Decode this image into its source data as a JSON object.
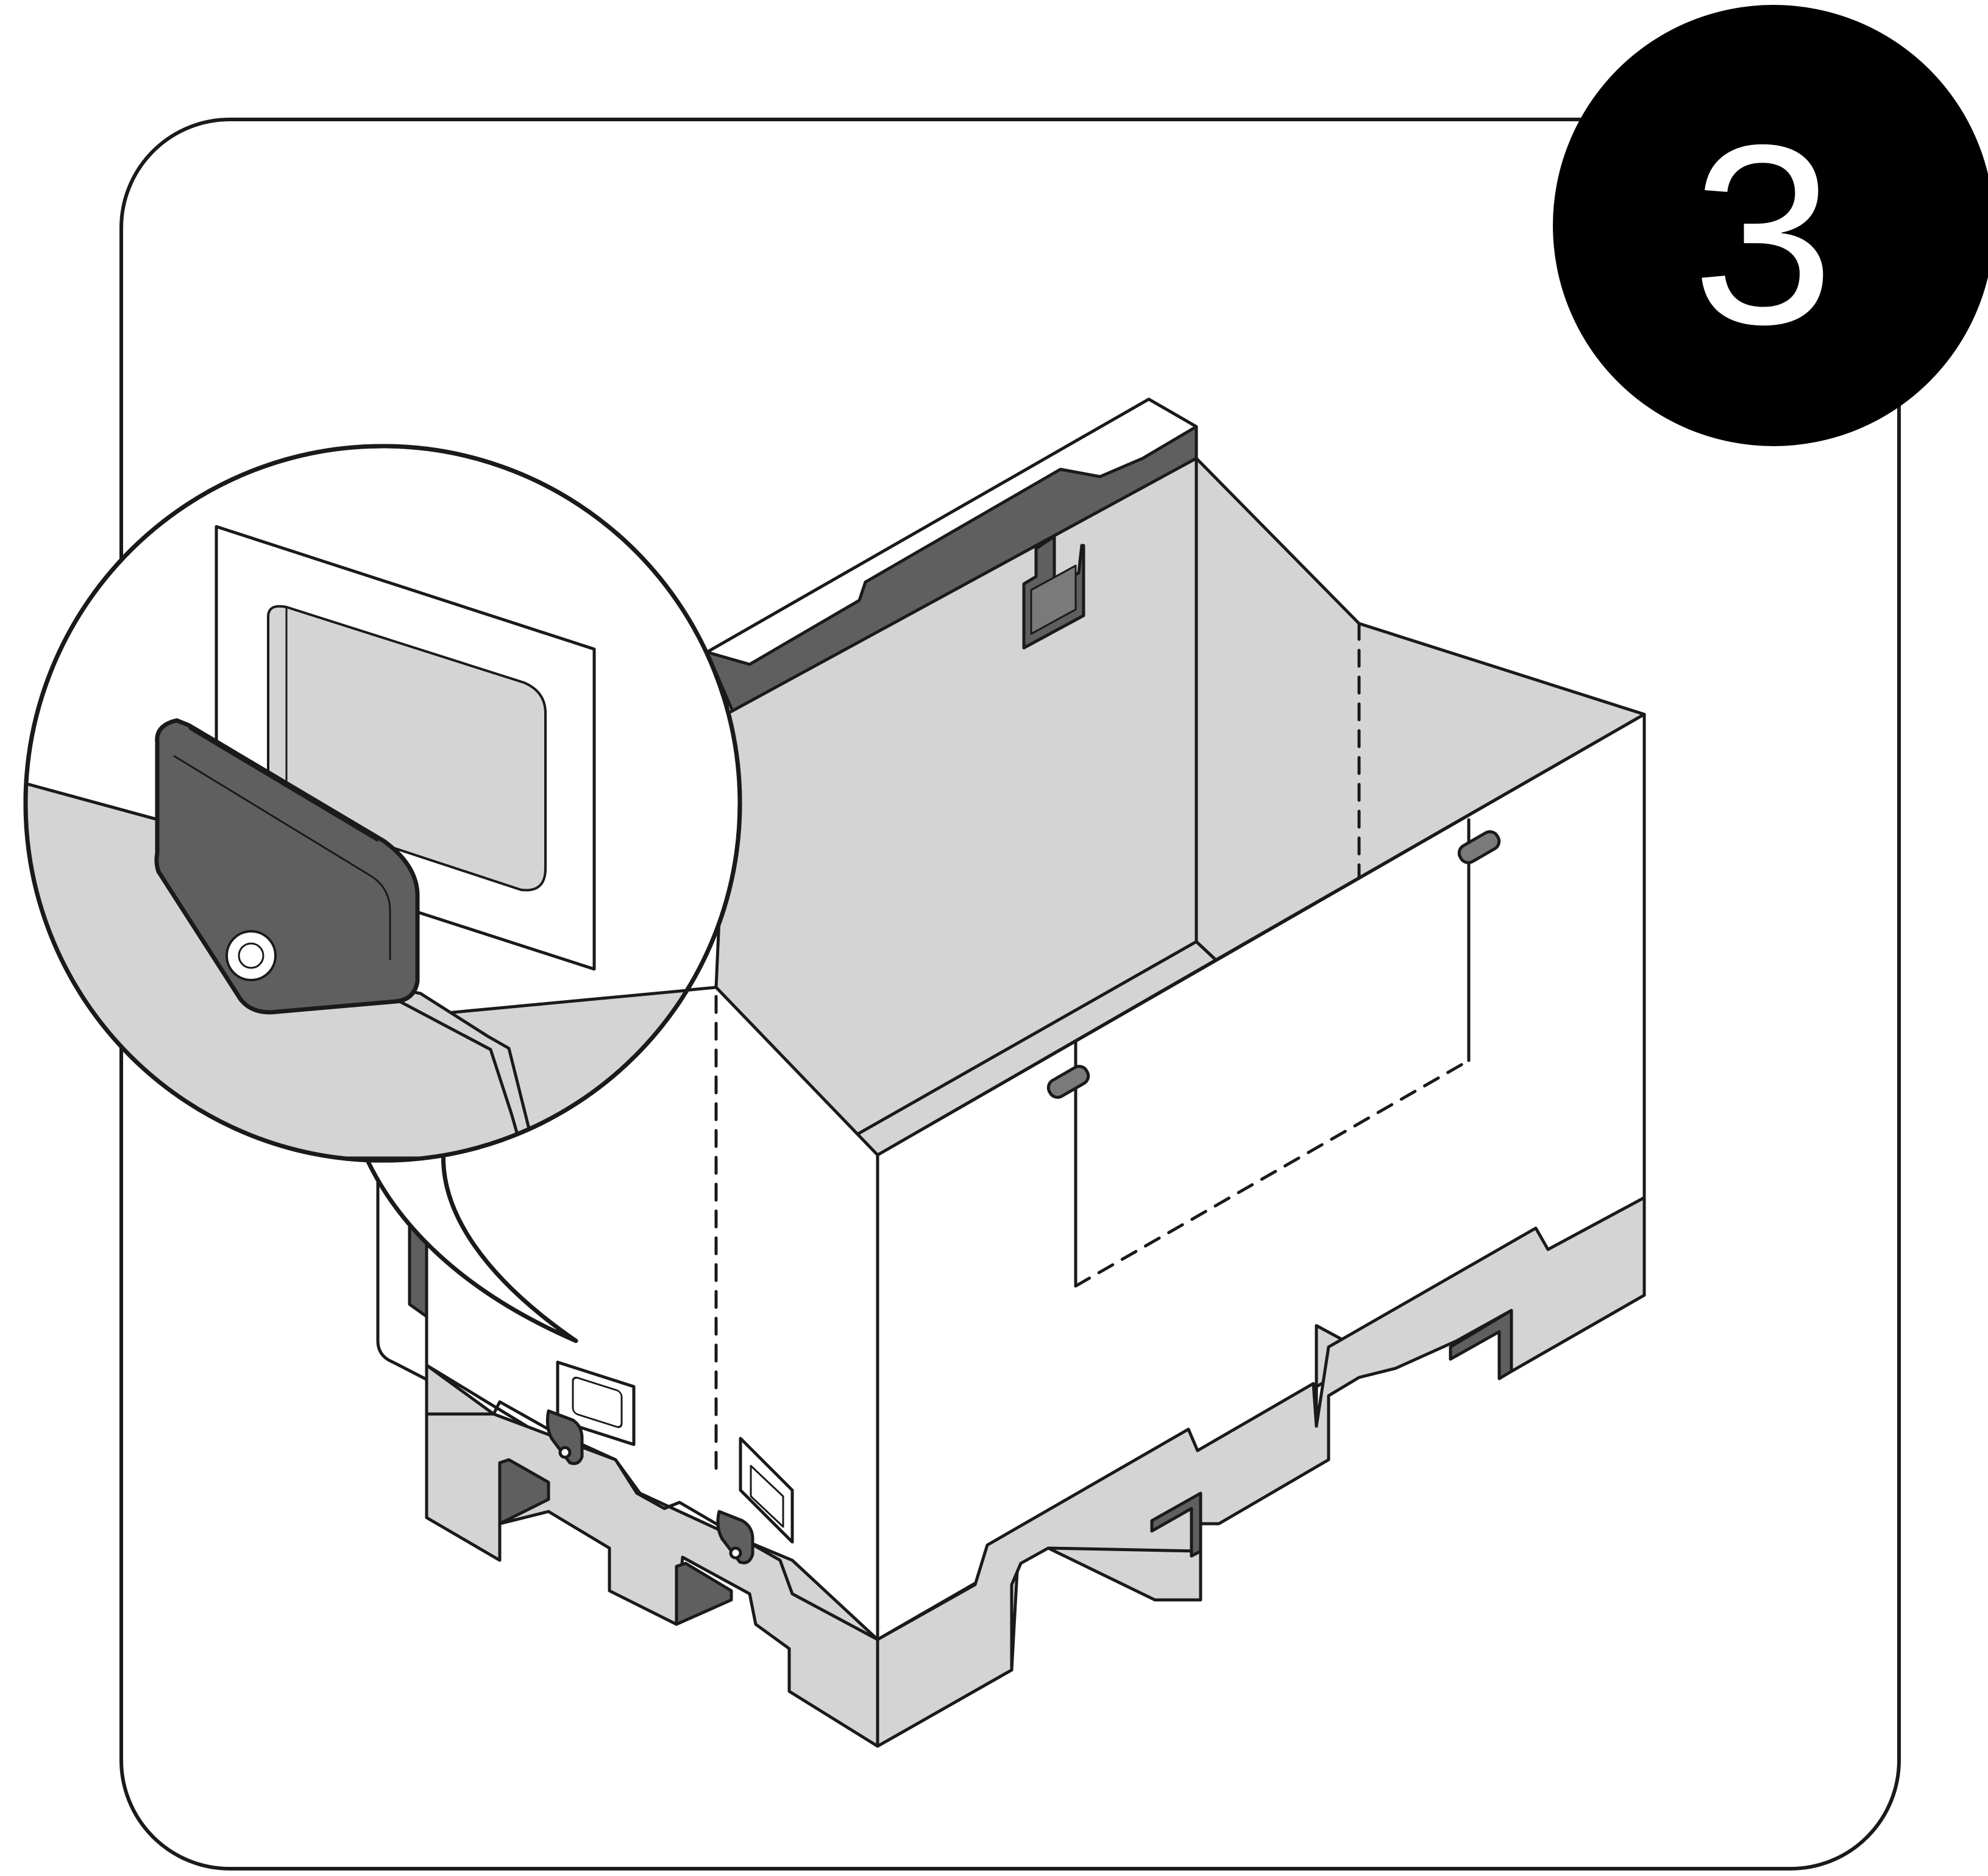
{
  "step": {
    "number": "3"
  },
  "colors": {
    "outline": "#1a1a1a",
    "panel_light": "#d4d4d4",
    "panel_white": "#ffffff",
    "part_dark": "#5f5f5f",
    "part_mid": "#7a7a7a",
    "badge_fill": "#000000",
    "badge_text": "#ffffff"
  },
  "illustration": {
    "subject": "collapsible-pallet-box-assembly",
    "callout": "latch-clip-detail",
    "icons": [
      "step-badge",
      "magnifier-callout",
      "latch-clip-icon",
      "label-plate-icon"
    ]
  }
}
